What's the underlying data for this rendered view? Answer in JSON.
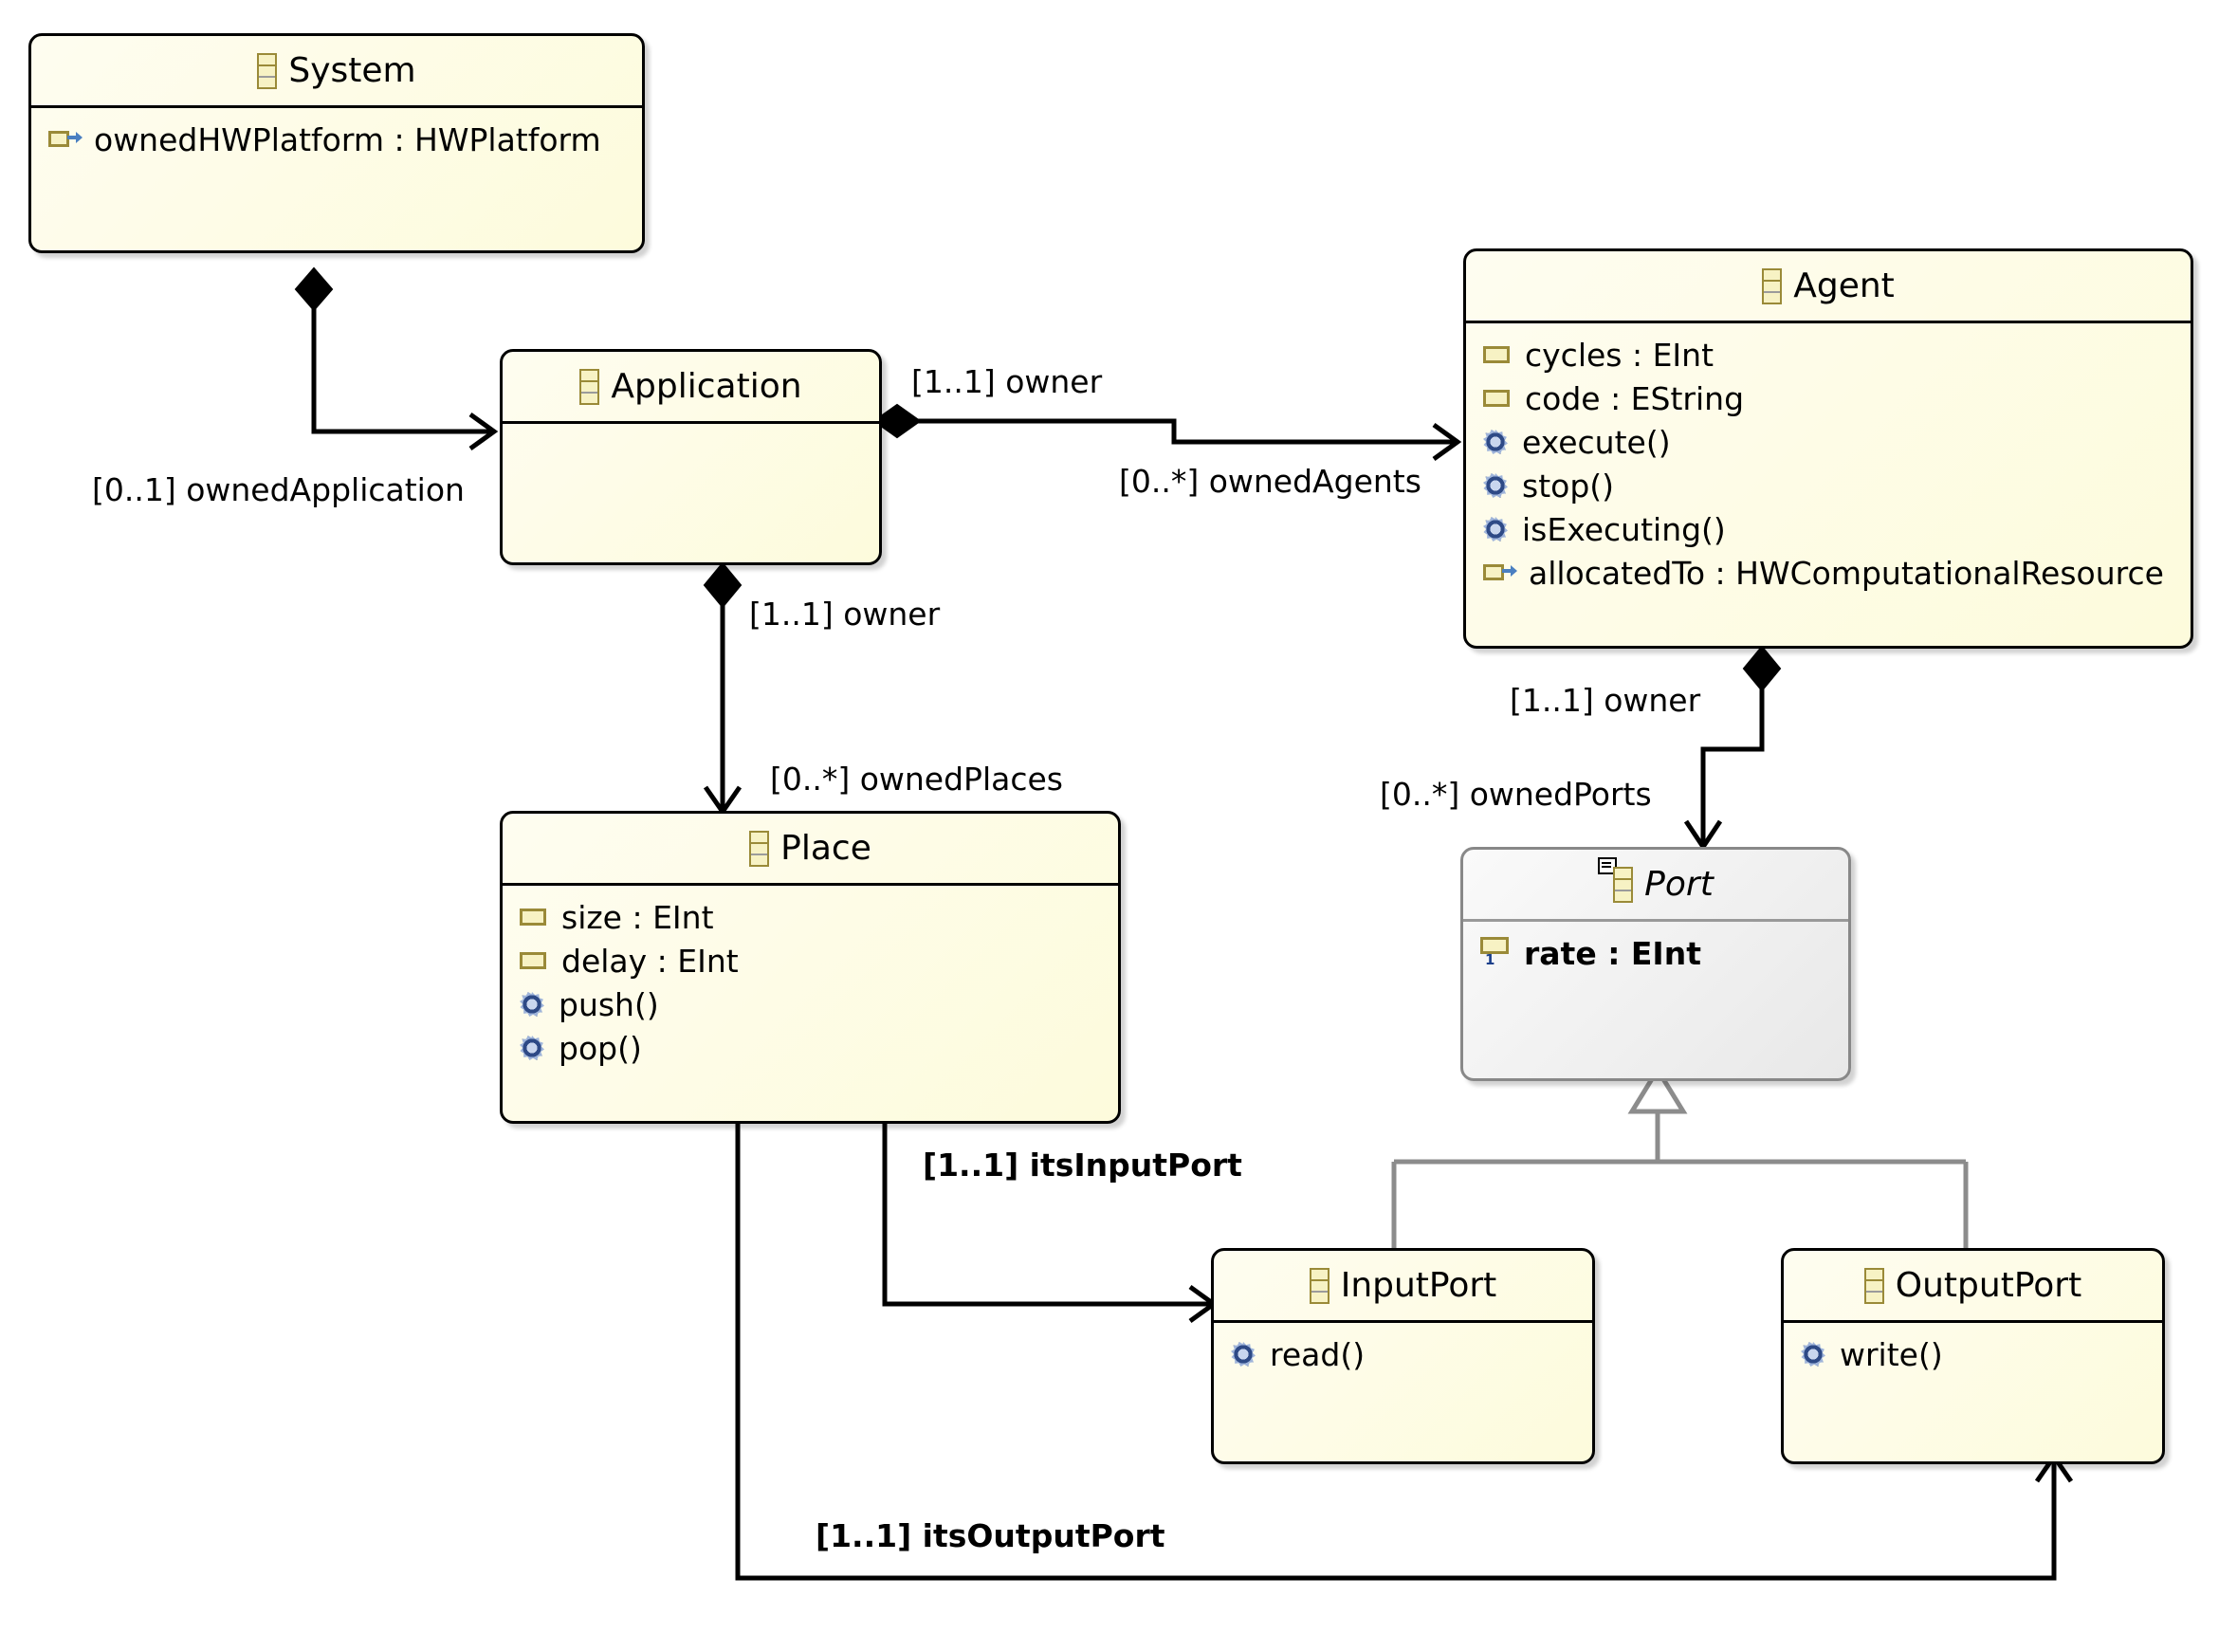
{
  "diagram": {
    "type": "uml-class-diagram",
    "title": "Agent / Place / Port metamodel",
    "colors": {
      "class_fill": "#fdfbdc",
      "class_border": "#000000",
      "abstract_fill": "#e8e8e8",
      "abstract_border": "#888888",
      "edge": "#000000",
      "generalization_edge": "#8c8c8c",
      "attribute_icon": "#f7f2c4",
      "operation_icon": "#2e4a86",
      "reference_arrow": "#4a7fc1"
    },
    "classes": [
      {
        "id": "system",
        "name": "System",
        "abstract": false,
        "icon": "class-icon",
        "features": [
          {
            "kind": "reference",
            "icon": "reference-icon",
            "text": "ownedHWPlatform : HWPlatform",
            "bold": false
          }
        ]
      },
      {
        "id": "application",
        "name": "Application",
        "abstract": false,
        "icon": "class-icon",
        "features": []
      },
      {
        "id": "agent",
        "name": "Agent",
        "abstract": false,
        "icon": "class-icon",
        "features": [
          {
            "kind": "attribute",
            "icon": "attribute-icon",
            "text": "cycles : EInt",
            "bold": false
          },
          {
            "kind": "attribute",
            "icon": "attribute-icon",
            "text": "code : EString",
            "bold": false
          },
          {
            "kind": "operation",
            "icon": "operation-icon",
            "text": "execute()",
            "bold": false
          },
          {
            "kind": "operation",
            "icon": "operation-icon",
            "text": "stop()",
            "bold": false
          },
          {
            "kind": "operation",
            "icon": "operation-icon",
            "text": "isExecuting()",
            "bold": false
          },
          {
            "kind": "reference",
            "icon": "reference-icon",
            "text": "allocatedTo : HWComputationalResource",
            "bold": false
          }
        ]
      },
      {
        "id": "place",
        "name": "Place",
        "abstract": false,
        "icon": "class-icon",
        "features": [
          {
            "kind": "attribute",
            "icon": "attribute-icon",
            "text": "size : EInt",
            "bold": false
          },
          {
            "kind": "attribute",
            "icon": "attribute-icon",
            "text": "delay : EInt",
            "bold": false
          },
          {
            "kind": "operation",
            "icon": "operation-icon",
            "text": "push()",
            "bold": false
          },
          {
            "kind": "operation",
            "icon": "operation-icon",
            "text": "pop()",
            "bold": false
          }
        ]
      },
      {
        "id": "port",
        "name": "Port",
        "abstract": true,
        "icon": "abstract-class-icon",
        "features": [
          {
            "kind": "attribute",
            "icon": "attribute-icon-multiplicity-1",
            "multiplicity": "1",
            "text": "rate : EInt",
            "bold": true
          }
        ]
      },
      {
        "id": "inputport",
        "name": "InputPort",
        "abstract": false,
        "icon": "class-icon",
        "features": [
          {
            "kind": "operation",
            "icon": "operation-icon",
            "text": "read()",
            "bold": false
          }
        ]
      },
      {
        "id": "outputport",
        "name": "OutputPort",
        "abstract": false,
        "icon": "class-icon",
        "features": [
          {
            "kind": "operation",
            "icon": "operation-icon",
            "text": "write()",
            "bold": false
          }
        ]
      }
    ],
    "associations": [
      {
        "id": "owned-application",
        "from": "system",
        "to": "application",
        "label": "[0..1] ownedApplication",
        "bold": false,
        "end": "composition"
      },
      {
        "id": "application-owner",
        "from": "application",
        "to": "agent",
        "label": "[1..1] owner",
        "bold": false,
        "end": "composition"
      },
      {
        "id": "owned-agents",
        "from": "application",
        "to": "agent",
        "label": "[0..*] ownedAgents",
        "bold": false,
        "end": "composition"
      },
      {
        "id": "place-owner",
        "from": "application",
        "to": "place",
        "label": "[1..1] owner",
        "bold": false,
        "end": "composition"
      },
      {
        "id": "owned-places",
        "from": "application",
        "to": "place",
        "label": "[0..*] ownedPlaces",
        "bold": false,
        "end": "composition"
      },
      {
        "id": "port-owner",
        "from": "agent",
        "to": "port",
        "label": "[1..1] owner",
        "bold": false,
        "end": "composition"
      },
      {
        "id": "owned-ports",
        "from": "agent",
        "to": "port",
        "label": "[0..*] ownedPorts",
        "bold": false,
        "end": "composition"
      },
      {
        "id": "its-input-port",
        "from": "place",
        "to": "inputport",
        "label": "[1..1] itsInputPort",
        "bold": true,
        "end": "arrow"
      },
      {
        "id": "its-output-port",
        "from": "place",
        "to": "outputport",
        "label": "[1..1] itsOutputPort",
        "bold": true,
        "end": "arrow"
      }
    ],
    "generalizations": [
      {
        "id": "inputport-extends-port",
        "from": "inputport",
        "to": "port"
      },
      {
        "id": "outputport-extends-port",
        "from": "outputport",
        "to": "port"
      }
    ]
  }
}
